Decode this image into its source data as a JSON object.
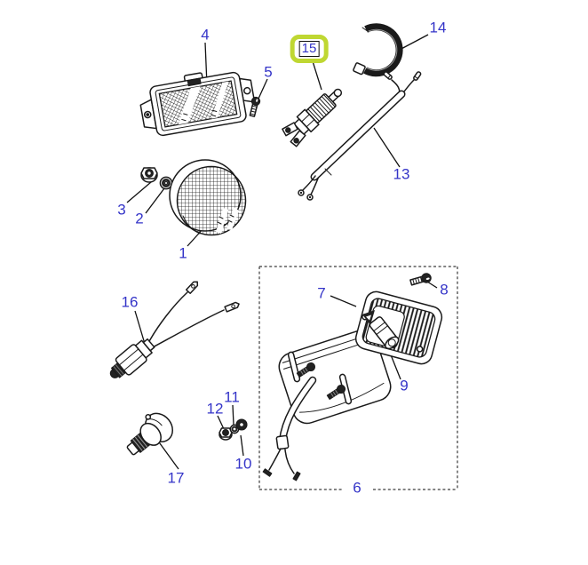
{
  "diagram": {
    "colors": {
      "highlight": "#bfd732",
      "label": "#3434c8",
      "line": "#1a1a1a",
      "bg": "#ffffff"
    },
    "highlighted_callout": "15",
    "callouts": [
      {
        "label": "1"
      },
      {
        "label": "2"
      },
      {
        "label": "3"
      },
      {
        "label": "4"
      },
      {
        "label": "5"
      },
      {
        "label": "6"
      },
      {
        "label": "7"
      },
      {
        "label": "8"
      },
      {
        "label": "9"
      },
      {
        "label": "10"
      },
      {
        "label": "11"
      },
      {
        "label": "12"
      },
      {
        "label": "13"
      },
      {
        "label": "14"
      },
      {
        "label": "15"
      },
      {
        "label": "16"
      },
      {
        "label": "17"
      }
    ]
  }
}
